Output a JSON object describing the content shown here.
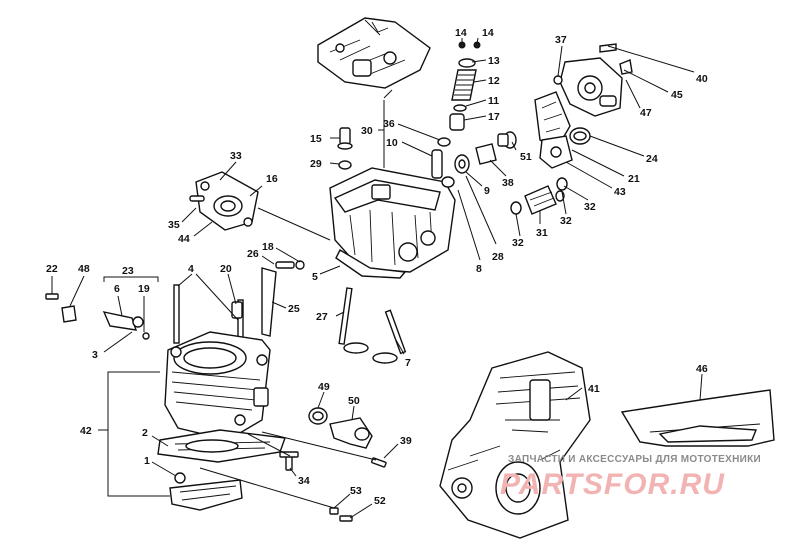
{
  "callouts": {
    "c1": "1",
    "c2": "2",
    "c3": "3",
    "c4": "4",
    "c5": "5",
    "c6": "6",
    "c7": "7",
    "c8": "8",
    "c9": "9",
    "c10": "10",
    "c11": "11",
    "c12": "12",
    "c13": "13",
    "c14a": "14",
    "c14b": "14",
    "c15": "15",
    "c16": "16",
    "c17": "17",
    "c18": "18",
    "c19": "19",
    "c20": "20",
    "c21": "21",
    "c22": "22",
    "c23": "23",
    "c24": "24",
    "c25": "25",
    "c26": "26",
    "c27": "27",
    "c28": "28",
    "c29": "29",
    "c30": "30",
    "c31": "31",
    "c32a": "32",
    "c32b": "32",
    "c32c": "32",
    "c33": "33",
    "c34": "34",
    "c35": "35",
    "c36": "36",
    "c37": "37",
    "c38": "38",
    "c39": "39",
    "c40": "40",
    "c41": "41",
    "c42": "42",
    "c43": "43",
    "c44": "44",
    "c45": "45",
    "c46": "46",
    "c47": "47",
    "c48": "48",
    "c49": "49",
    "c50": "50",
    "c51": "51",
    "c52": "52",
    "c53": "53"
  },
  "watermark": {
    "subtitle": "ЗАПЧАСТИ И АКСЕССУАРЫ ДЛЯ МОТОТЕХНИКИ",
    "brand": "PARTSFOR.RU"
  }
}
